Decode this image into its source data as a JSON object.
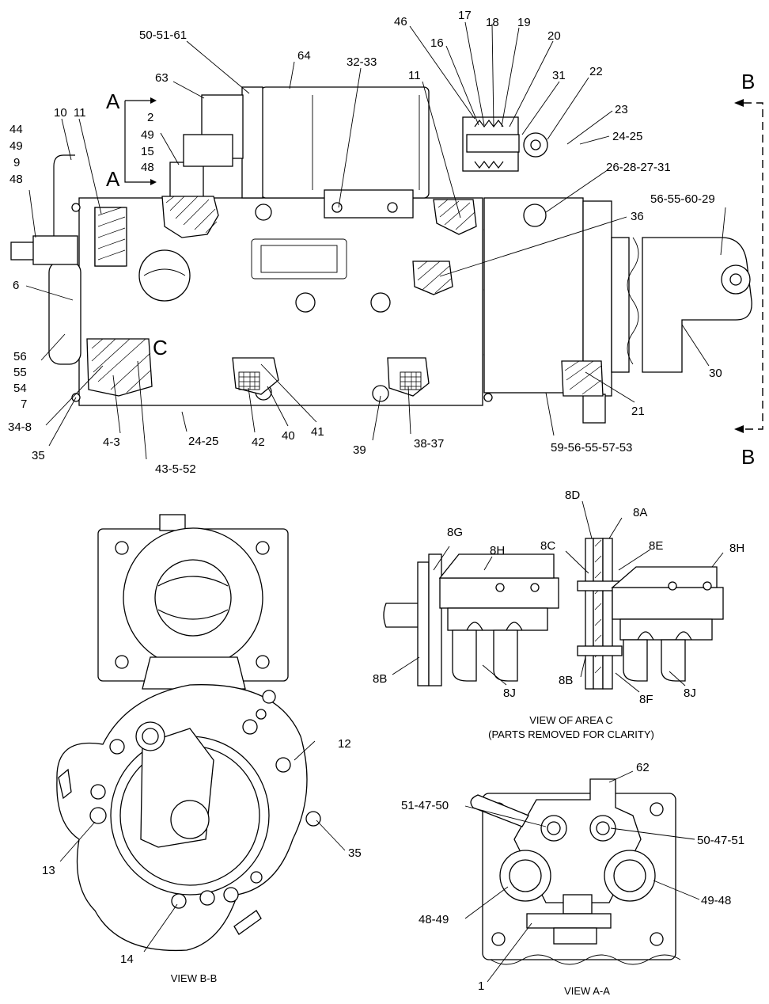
{
  "callouts": {
    "c44": "44",
    "c49a": "49",
    "c9": "9",
    "c48a": "48",
    "c10": "10",
    "c11a": "11",
    "c50_51_61": "50-51-61",
    "c64": "64",
    "c63": "63",
    "c2": "2",
    "c49b": "49",
    "c15": "15",
    "c48b": "48",
    "c32_33": "32-33",
    "c11b": "11",
    "c46": "46",
    "c16": "16",
    "c17": "17",
    "c18": "18",
    "c19": "19",
    "c20": "20",
    "c31": "31",
    "c22": "22",
    "c23": "23",
    "c24_25a": "24-25",
    "c26_28_27_31": "26-28-27-31",
    "c56_55_60_29": "56-55-60-29",
    "c36": "36",
    "c6": "6",
    "c56": "56",
    "c55": "55",
    "c54": "54",
    "c7": "7",
    "c34_8": "34-8",
    "c35a": "35",
    "c4_3": "4-3",
    "c43_5_52": "43-5-52",
    "c24_25b": "24-25",
    "c42": "42",
    "c40": "40",
    "c41": "41",
    "c39": "39",
    "c38_37": "38-37",
    "c59_56_55_57_53": "59-56-55-57-53",
    "c21": "21",
    "c30": "30",
    "c8D": "8D",
    "c8A": "8A",
    "c8G": "8G",
    "c8H": "8H",
    "c8C": "8C",
    "c8E": "8E",
    "c8H2": "8H",
    "c8B": "8B",
    "c8J": "8J",
    "c8B2": "8B",
    "c8F": "8F",
    "c8J2": "8J",
    "c12": "12",
    "c13": "13",
    "c35b": "35",
    "c14": "14",
    "c62": "62",
    "c51_47_50": "51-47-50",
    "c50_47_51": "50-47-51",
    "c48_49": "48-49",
    "c49_48": "49-48",
    "c1": "1"
  },
  "section_marks": {
    "a_top": "A",
    "a_bottom": "A",
    "b_top": "B",
    "b_bottom": "B",
    "c": "C"
  },
  "captions": {
    "view_c_line1": "VIEW OF AREA C",
    "view_c_line2": "(PARTS REMOVED FOR CLARITY)",
    "view_bb": "VIEW  B-B",
    "view_aa": "VIEW  A-A"
  }
}
